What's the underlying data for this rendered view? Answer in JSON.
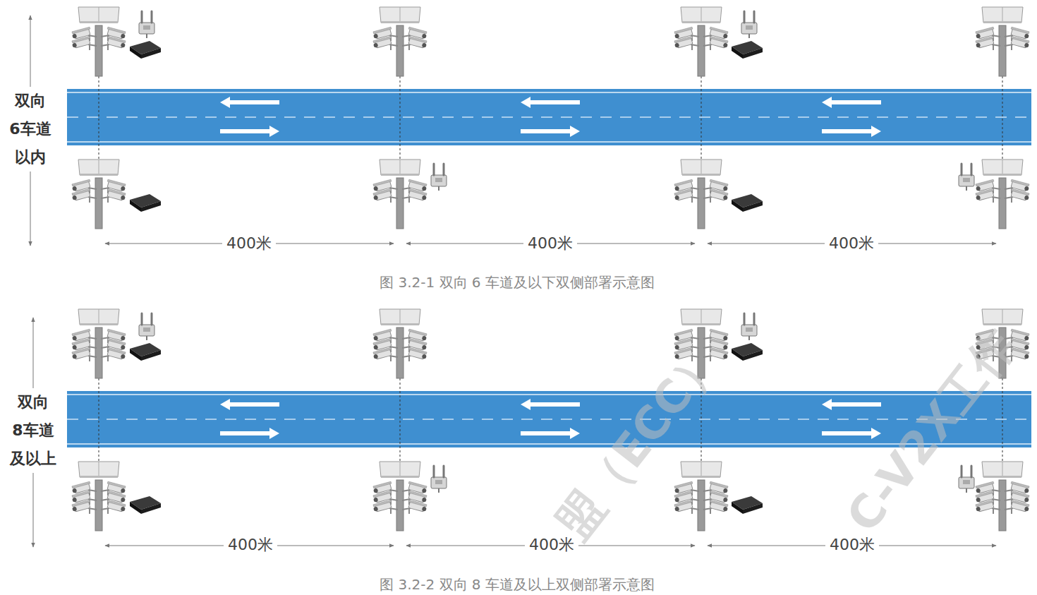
{
  "diagram": {
    "labels": [
      "双向 6车道 以内",
      "400米",
      "400米",
      "400米",
      "图 3.2-1 双向 6 车道及以下双侧部署示意图",
      "双向 8车道 及以上",
      "400米",
      "400米",
      "400米",
      "图 3.2-2 双向 8 车道及以上双侧部署示意图",
      "盟（ECC）",
      "C-V2X工作"
    ]
  }
}
